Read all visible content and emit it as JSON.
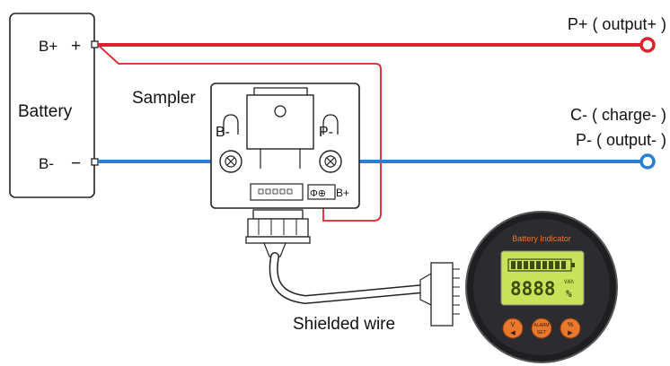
{
  "battery": {
    "label": "Battery",
    "pos_terminal": "B+",
    "pos_symbol": "+",
    "neg_terminal": "B-",
    "neg_symbol": "−"
  },
  "sampler": {
    "label": "Sampler",
    "left_terminal": "B-",
    "right_terminal": "P-",
    "aux_terminal": "B+",
    "aux_symbol": "Φ⊕"
  },
  "outputs": {
    "p_plus": "P+ ( output+ )",
    "c_minus": "C- ( charge- )",
    "p_minus": "P- ( output- )"
  },
  "cable": {
    "label": "Shielded wire"
  },
  "indicator": {
    "title": "Battery Indicator",
    "digits": "8888",
    "unit_top": "VAh",
    "unit_bottom": "%",
    "buttons": [
      {
        "top": "V",
        "bottom": "◀"
      },
      {
        "top": "ALARM",
        "bottom": "SET"
      },
      {
        "top": "%",
        "bottom": "▶"
      }
    ]
  },
  "colors": {
    "positive_wire": "#e0202a",
    "negative_wire": "#2a7fd4",
    "lcd": "#c8e25a",
    "button": "#e8782e"
  }
}
